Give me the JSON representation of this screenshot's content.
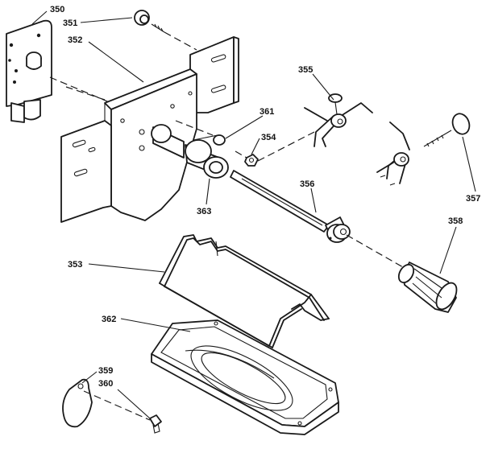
{
  "callouts": {
    "c350": "350",
    "c351": "351",
    "c352": "352",
    "c353": "353",
    "c354": "354",
    "c355": "355",
    "c356": "356",
    "c357": "357",
    "c358": "358",
    "c359": "359",
    "c360": "360",
    "c361": "361",
    "c362": "362",
    "c363": "363"
  },
  "colors": {
    "ink": "#1a1a1a",
    "background": "#ffffff"
  }
}
